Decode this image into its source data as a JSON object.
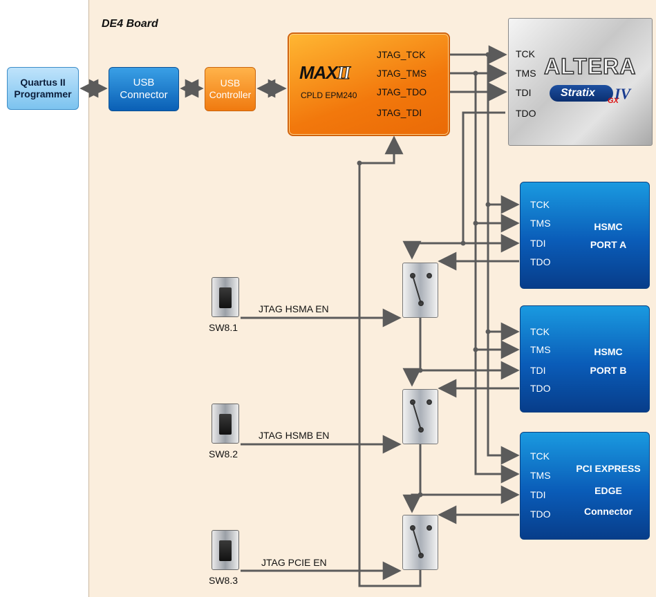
{
  "board": {
    "title": "DE4 Board"
  },
  "quartus": {
    "line1": "Quartus II",
    "line2": "Programmer"
  },
  "usb_connector": {
    "line1": "USB",
    "line2": "Connector"
  },
  "usb_controller": {
    "line1": "USB",
    "line2": "Controller"
  },
  "max": {
    "logo_main": "MAX",
    "logo_suffix": "II",
    "subtitle": "CPLD EPM240",
    "pins": [
      "JTAG_TCK",
      "JTAG_TMS",
      "JTAG_TDO",
      "JTAG_TDI"
    ]
  },
  "fpga": {
    "pins": [
      "TCK",
      "TMS",
      "TDI",
      "TDO"
    ],
    "brand": "ALTERA",
    "family": "Stratix",
    "family_suffix": "IV",
    "variant": "GX"
  },
  "hsmc_a": {
    "pins": [
      "TCK",
      "TMS",
      "TDI",
      "TDO"
    ],
    "title_line1": "HSMC",
    "title_line2": "PORT A"
  },
  "hsmc_b": {
    "pins": [
      "TCK",
      "TMS",
      "TDI",
      "TDO"
    ],
    "title_line1": "HSMC",
    "title_line2": "PORT B"
  },
  "pcie": {
    "pins": [
      "TCK",
      "TMS",
      "TDI",
      "TDO"
    ],
    "title_line1": "PCI EXPRESS",
    "title_line2": "EDGE",
    "title_line3": "Connector"
  },
  "switches": [
    {
      "id": "SW8.1",
      "signal": "JTAG HSMA EN"
    },
    {
      "id": "SW8.2",
      "signal": "JTAG HSMB EN"
    },
    {
      "id": "SW8.3",
      "signal": "JTAG PCIE EN"
    }
  ],
  "colors": {
    "board_bg": "#fbeedd",
    "wire": "#5b5b5b",
    "usb_blue": "#0a5fb5",
    "max_orange": "#f2780c",
    "hsmc_blue": "#0a5cb8"
  }
}
